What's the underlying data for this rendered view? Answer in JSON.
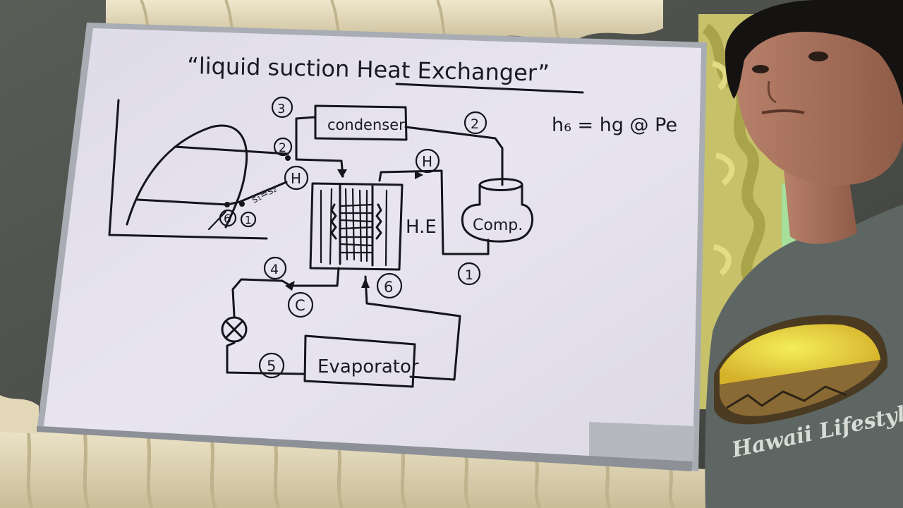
{
  "whiteboard": {
    "title": "“liquid suction Heat Exchanger”",
    "formula": "h₆ = hg @ Pe",
    "labels": {
      "condenser": "condenser",
      "compressor": "Comp.",
      "heat_exchanger": "H.E",
      "evaporator": "Evaporator",
      "s_eq": "s₁=s₂"
    },
    "state_points": {
      "p3": "3",
      "p2": "2",
      "p2_chart": "2",
      "pH": "H",
      "pH_chart": "H",
      "p1": "1",
      "p1_chart": "1",
      "p6": "6",
      "p6_chart": "6",
      "p4": "4",
      "p5": "5",
      "pC": "C"
    }
  },
  "shirt": {
    "text": "Hawaii Lifestyle"
  },
  "colors": {
    "board": "#e6e3ee",
    "frame": "#b8bcc2",
    "ink": "#15151c",
    "shirt": "#5d6663",
    "curtain": "#e8dfc4"
  }
}
